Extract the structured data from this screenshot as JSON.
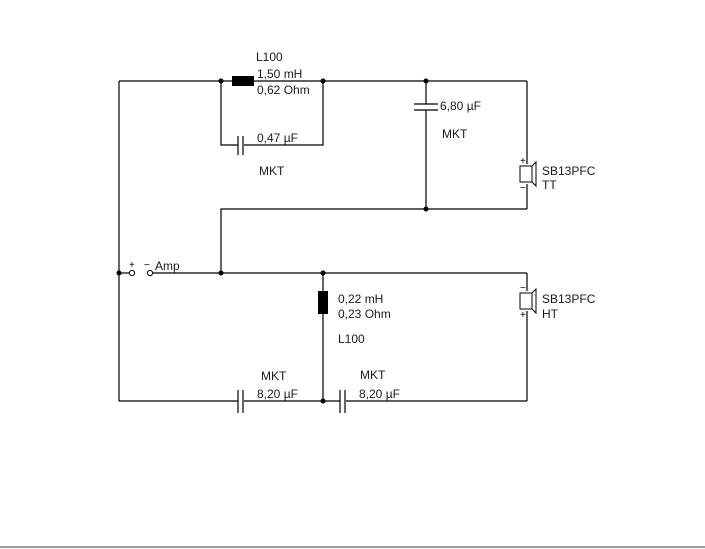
{
  "diagram": {
    "title": "Two-way loudspeaker crossover schematic",
    "source": {
      "label": "Amp",
      "plus": "+",
      "minus": "−"
    },
    "components": {
      "l_tt": {
        "model": "L100",
        "inductance": "1,50 mH",
        "resistance": "0,62 Ohm"
      },
      "c_tt_parallel": {
        "value": "0,47 µF",
        "type": "MKT"
      },
      "c_tt_shunt": {
        "value": "6,80 µF",
        "type": "MKT"
      },
      "l_ht": {
        "model": "L100",
        "inductance": "0,22 mH",
        "resistance": "0,23 Ohm"
      },
      "c_ht_1": {
        "value": "8,20 µF",
        "type": "MKT"
      },
      "c_ht_2": {
        "value": "8,20 µF",
        "type": "MKT"
      }
    },
    "speakers": {
      "tt": {
        "model": "SB13PFC",
        "role": "TT",
        "top_pol": "+",
        "bottom_pol": "−"
      },
      "ht": {
        "model": "SB13PFC",
        "role": "HT",
        "top_pol": "−",
        "bottom_pol": "+"
      }
    }
  }
}
